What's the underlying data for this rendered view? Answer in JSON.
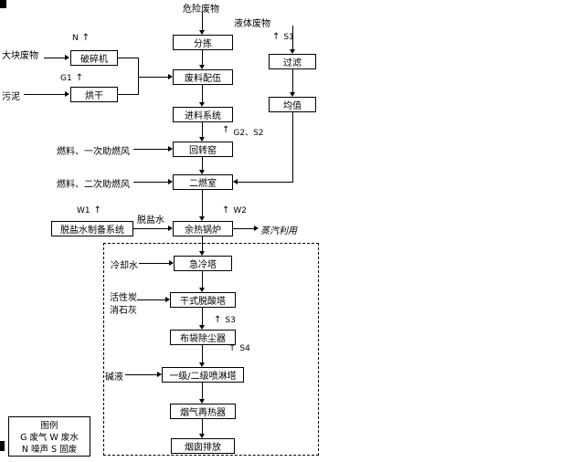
{
  "icons": {
    "up_arrow": "↑"
  },
  "nodes": {
    "hazardous_waste": "危险废物",
    "sorting": "分拣",
    "blending": "废料配伍",
    "feeding": "进料系统",
    "rotary_kiln": "回转窑",
    "secondary_chamber": "二燃室",
    "waste_heat_boiler": "余热锅炉",
    "quench_tower": "急冷塔",
    "dry_deacid_tower": "干式脱酸塔",
    "bag_filter": "布袋除尘器",
    "spray_tower": "一级/二级喷淋塔",
    "flue_gas_reheater": "烟气再热器",
    "stack_discharge": "烟囱排放",
    "crusher": "破碎机",
    "dryer": "烘干",
    "demin_water_system": "脱盐水制备系统",
    "filtration": "过滤",
    "equalization": "均值"
  },
  "streams": {
    "bulk_waste": "大块废物",
    "sludge": "污泥",
    "liquid_waste": "液体废物",
    "fuel_primary_air": "燃料、一次助燃风",
    "fuel_secondary_air": "燃料、二次助燃风",
    "demin_water": "脱盐水",
    "steam_use": "蒸汽利用",
    "cooling_water": "冷却水",
    "activated_carbon": "活性炭",
    "slaked_lime": "消石灰",
    "alkali_liquor": "碱液"
  },
  "emissions": {
    "n": "N",
    "g1": "G1",
    "s1": "S1",
    "g2_s2": "G2、S2",
    "w1": "W1",
    "w2": "W2",
    "s3": "S3",
    "s4": "S4"
  },
  "legend": {
    "title": "图例",
    "row1": "G 废气 W 废水",
    "row2": "N 噪声 S 固废"
  }
}
